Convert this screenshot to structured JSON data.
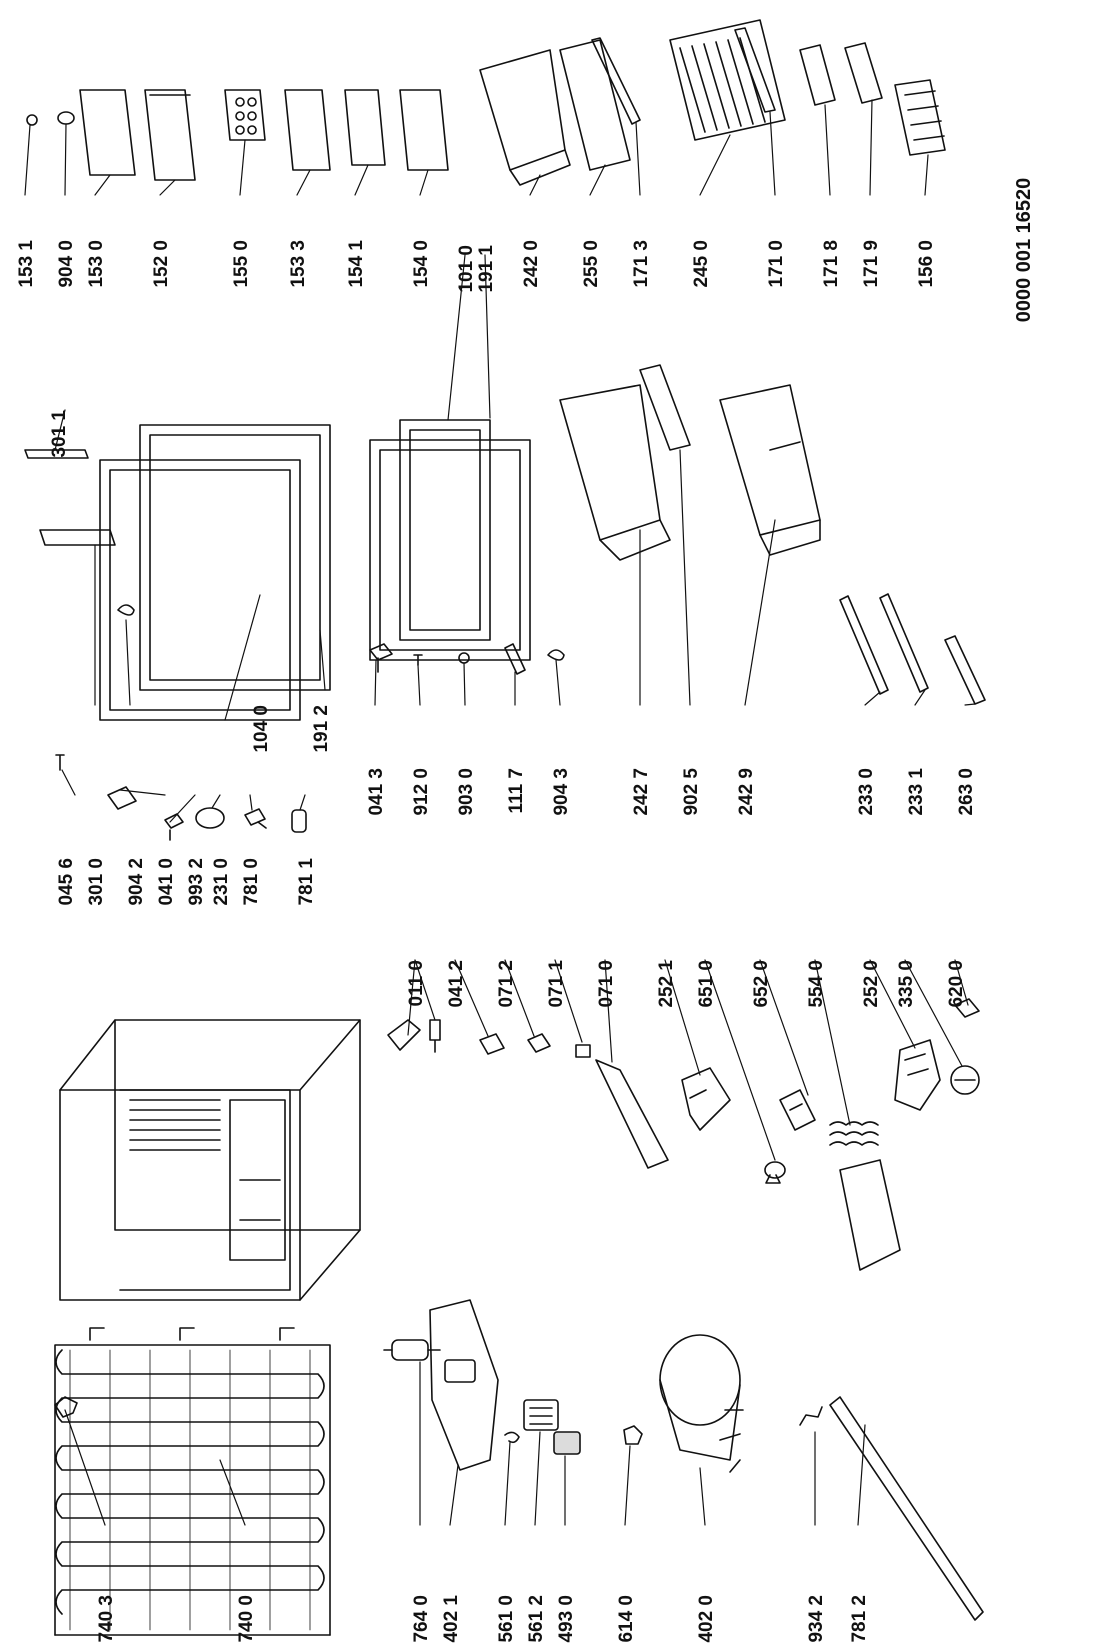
{
  "document_code": "0000 001 16520",
  "colors": {
    "ink": "#111111",
    "paper": "#ffffff",
    "shade": "#dcdcdc"
  },
  "column_1": {
    "labels": [
      "740 3",
      "740 0",
      "764 0",
      "402 1",
      "561 0",
      "561 2",
      "493 0",
      "614 0",
      "402 0",
      "934 2",
      "781 2"
    ]
  },
  "column_2": {
    "labels": [
      "011 0",
      "041 2",
      "071 2",
      "071 1",
      "071 0",
      "252 1",
      "651 0",
      "652 0",
      "554 0",
      "252 0",
      "335 0",
      "620 0"
    ]
  },
  "column_3": {
    "labels": [
      "045 6",
      "301 0",
      "904 2",
      "041 0",
      "993 2",
      "231 0",
      "781 0",
      "781 1"
    ]
  },
  "column_4": {
    "labels": [
      "104 0",
      "191 2",
      "301 1",
      "041 3",
      "912 0",
      "903 0",
      "111 7",
      "904 3",
      "242 7",
      "902 5",
      "242 9",
      "233 0",
      "233 1",
      "263 0"
    ]
  },
  "column_5": {
    "labels": [
      "153 1",
      "904 0",
      "153 0",
      "152 0",
      "155 0",
      "153 3",
      "154 1",
      "154 0",
      "101 0",
      "191 1",
      "242 0",
      "255 0",
      "171 3",
      "245 0",
      "171 0",
      "171 8",
      "171 9",
      "156 0"
    ]
  }
}
